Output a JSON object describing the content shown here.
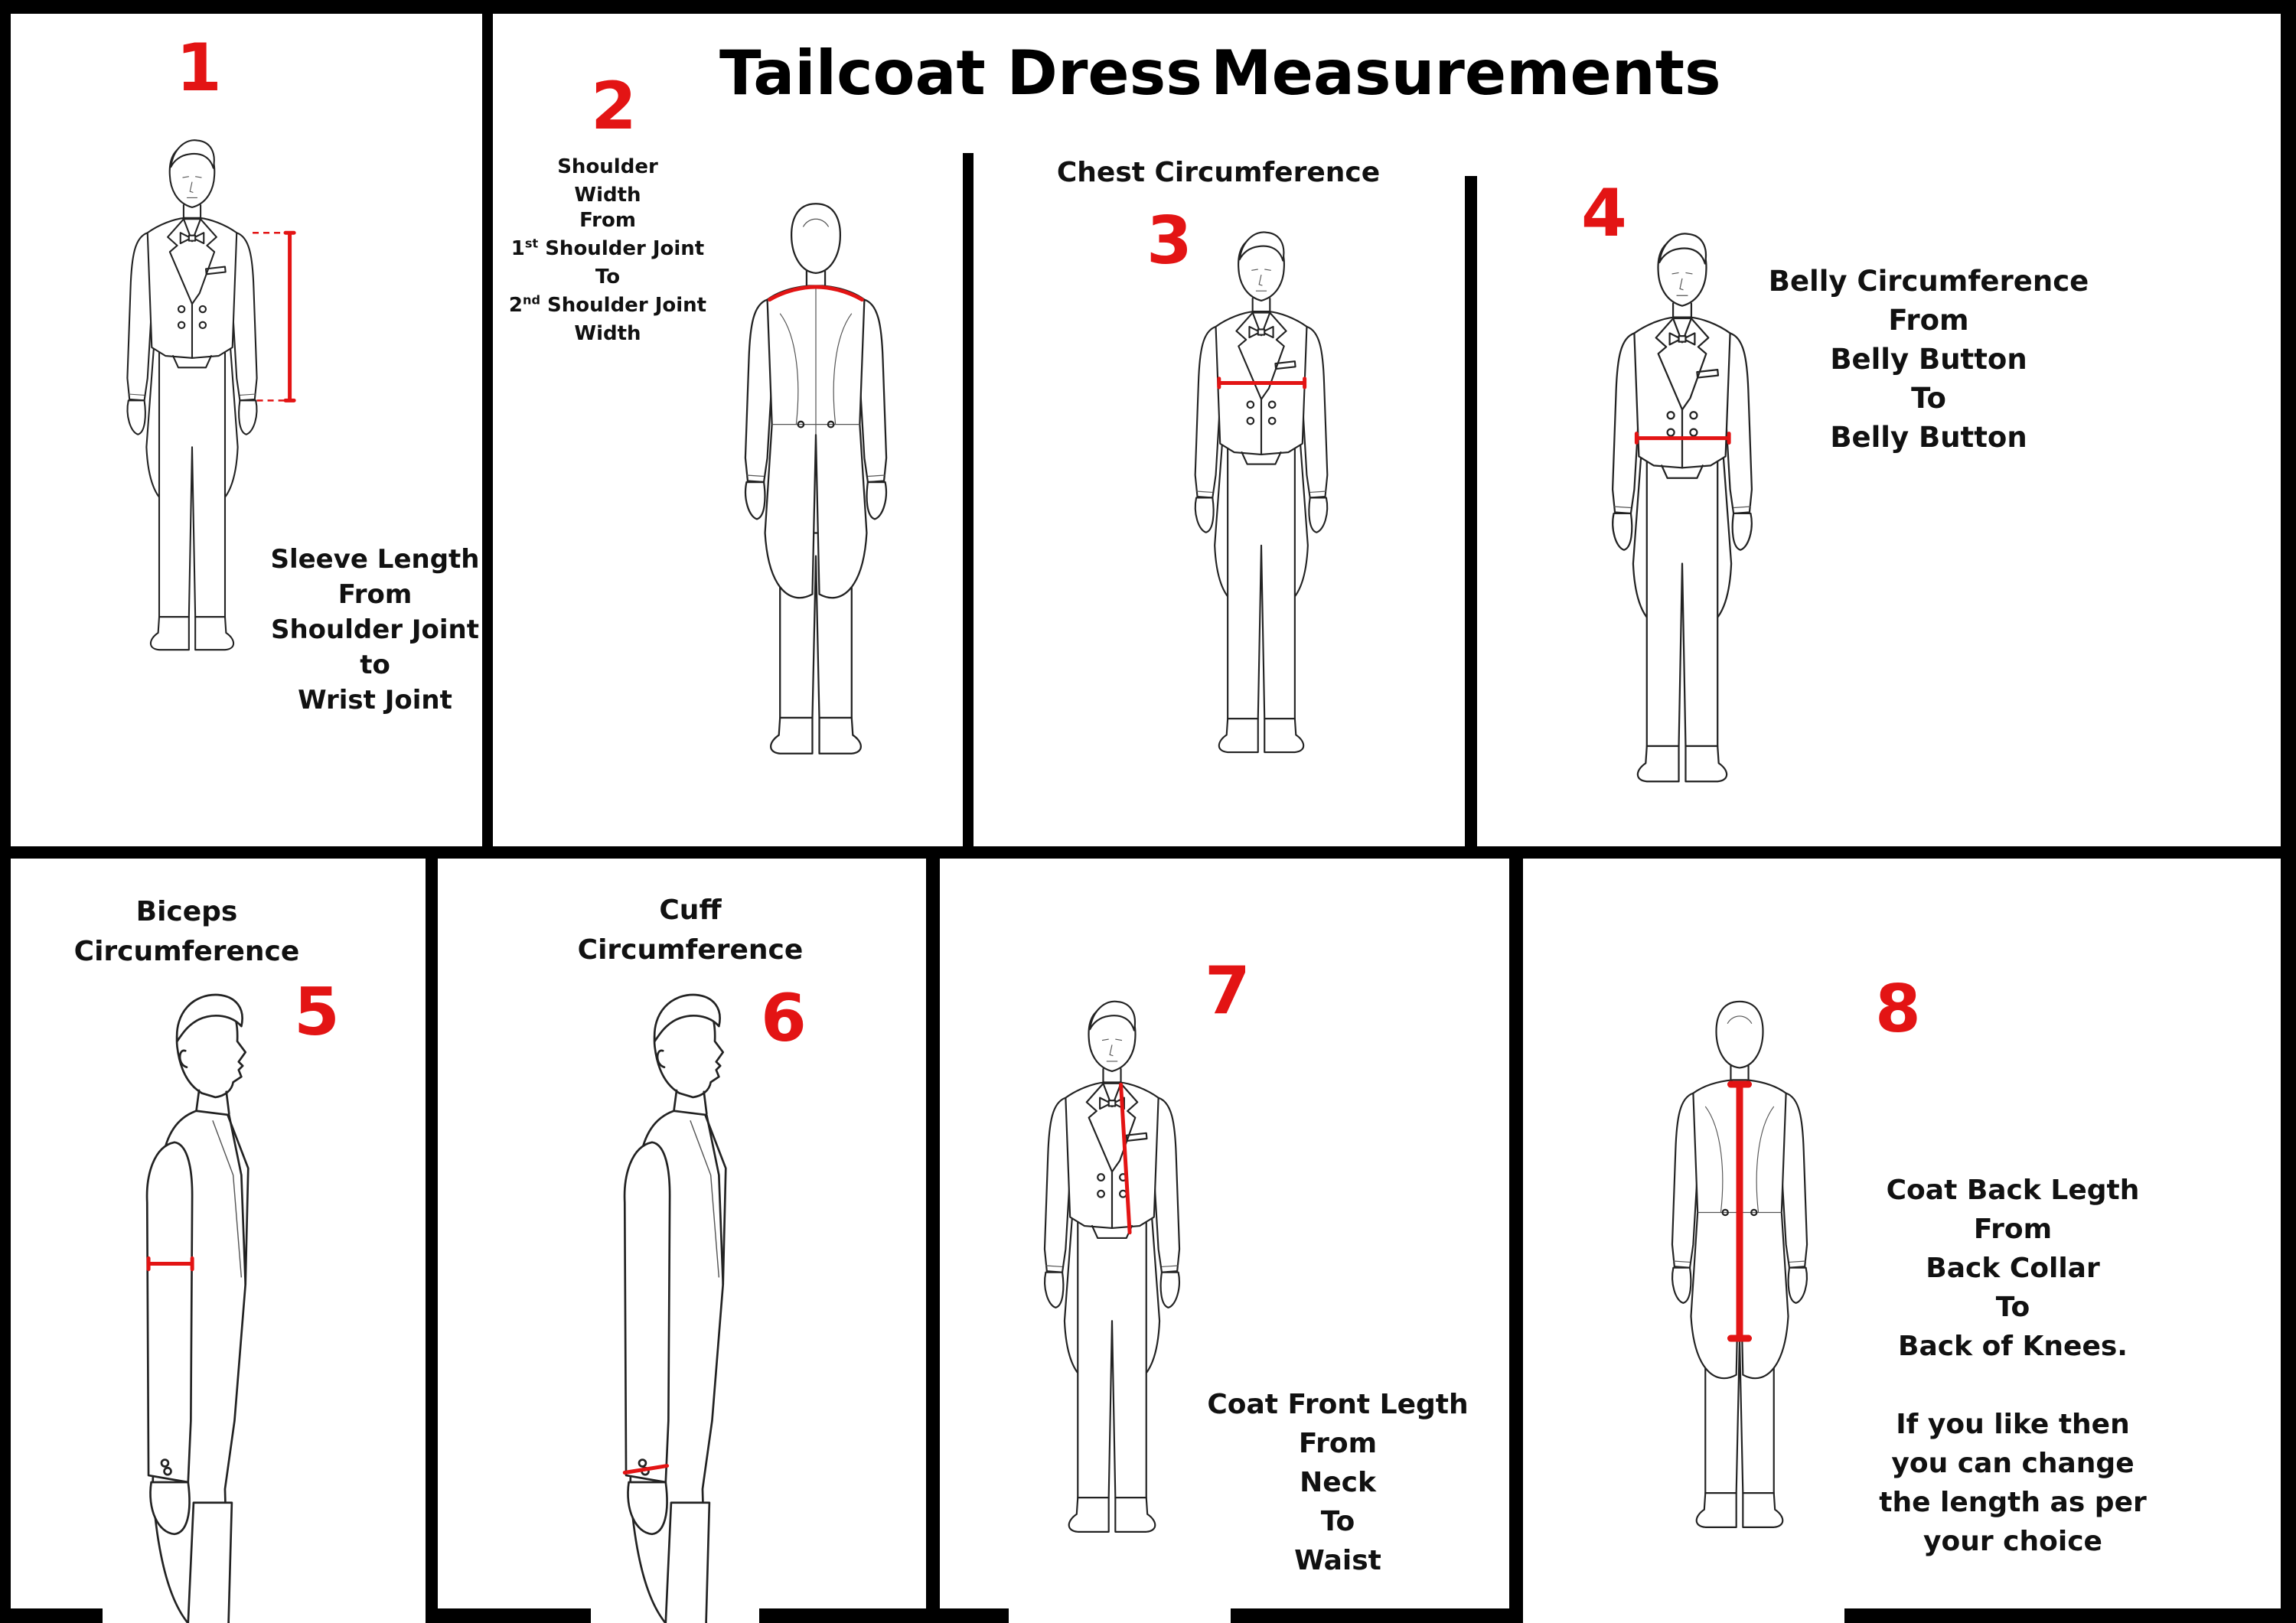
{
  "title": {
    "part1": "Tailcoat Dress",
    "part2": "Measurements"
  },
  "colors": {
    "accent": "#e31414",
    "ink": "#111111",
    "border": "#000000",
    "background": "#ffffff"
  },
  "panels": [
    {
      "number": "1",
      "lines": [
        "Sleeve Length",
        "From",
        "Shoulder Joint",
        "to",
        "Wrist Joint"
      ]
    },
    {
      "number": "2",
      "heading": "Shoulder Width",
      "lines": [
        "From",
        "1",
        "st",
        " Shoulder Joint",
        "To",
        "2",
        "nd",
        " Shoulder Joint",
        "Width"
      ]
    },
    {
      "number": "3",
      "heading": "Chest Circumference"
    },
    {
      "number": "4",
      "lines": [
        "Belly Circumference",
        "From",
        "Belly Button",
        "To",
        "Belly Button"
      ]
    },
    {
      "number": "5",
      "lines": [
        "Biceps",
        "Circumference"
      ]
    },
    {
      "number": "6",
      "lines": [
        "Cuff",
        "Circumference"
      ]
    },
    {
      "number": "7",
      "lines": [
        "Coat Front Legth",
        "From",
        "Neck",
        "To",
        "Waist"
      ]
    },
    {
      "number": "8",
      "lines": [
        "Coat Back Legth",
        "From",
        "Back Collar",
        "To",
        "Back of Knees.",
        "",
        "If you like then",
        "you can change",
        "the length as per",
        "your choice"
      ]
    }
  ]
}
